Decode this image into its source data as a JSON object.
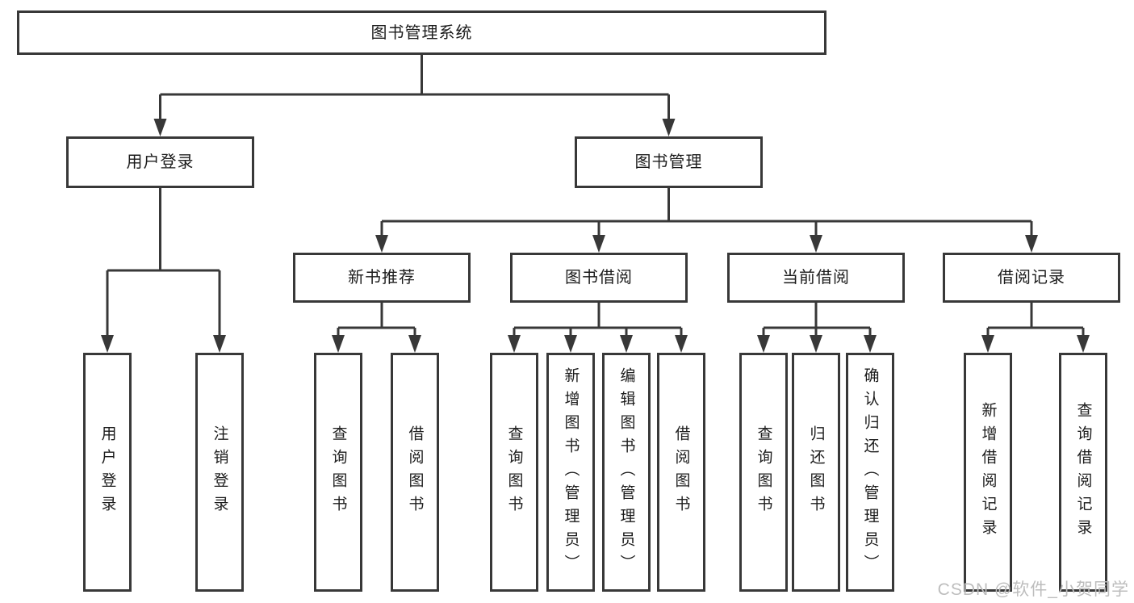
{
  "tree": {
    "root": {
      "label": "图书管理系统"
    },
    "children": [
      {
        "label": "用户登录",
        "children": [
          {
            "label": "用户登录"
          },
          {
            "label": "注销登录"
          }
        ]
      },
      {
        "label": "图书管理",
        "children": [
          {
            "label": "新书推荐",
            "children": [
              {
                "label": "查询图书"
              },
              {
                "label": "借阅图书"
              }
            ]
          },
          {
            "label": "图书借阅",
            "children": [
              {
                "label": "查询图书"
              },
              {
                "label": "新增图书（管理员）"
              },
              {
                "label": "编辑图书（管理员）"
              },
              {
                "label": "借阅图书"
              }
            ]
          },
          {
            "label": "当前借阅",
            "children": [
              {
                "label": "查询图书"
              },
              {
                "label": "归还图书"
              },
              {
                "label": "确认归还（管理员）"
              }
            ]
          },
          {
            "label": "借阅记录",
            "children": [
              {
                "label": "新增借阅记录"
              },
              {
                "label": "查询借阅记录"
              }
            ]
          }
        ]
      }
    ]
  },
  "watermark": {
    "text": "CSDN @软件_小贺同学"
  },
  "colors": {
    "line": "#383838",
    "border": "#383838",
    "text": "#1c1c1c",
    "watermark": "#bdbdbd",
    "background": "#ffffff"
  }
}
